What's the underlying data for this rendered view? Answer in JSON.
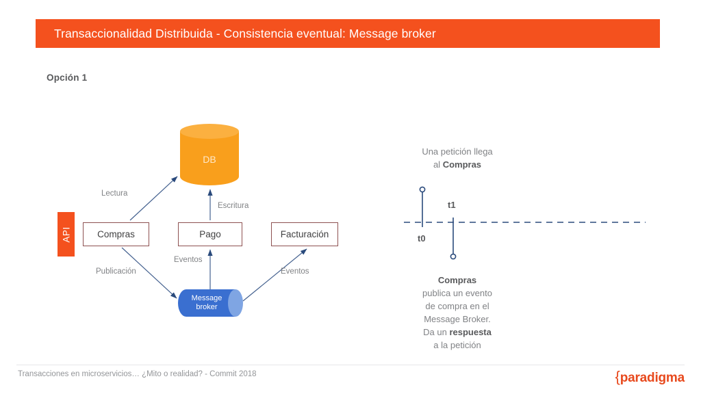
{
  "header": {
    "title": "Transaccionalidad Distribuida - Consistencia eventual: Message broker",
    "bar_color": "#f4511e"
  },
  "option": {
    "label": "Opción 1"
  },
  "diagram": {
    "api": {
      "label": "API",
      "color": "#f4511e"
    },
    "database": {
      "label": "DB",
      "body_color": "#f99f1c",
      "top_color": "#fbb040"
    },
    "services": [
      {
        "id": "compras",
        "label": "Compras"
      },
      {
        "id": "pago",
        "label": "Pago"
      },
      {
        "id": "facturacion",
        "label": "Facturación"
      }
    ],
    "broker": {
      "line1": "Message",
      "line2": "broker",
      "color": "#3a6fd0"
    },
    "edge_labels": {
      "lectura": "Lectura",
      "escritura": "Escritura",
      "publicacion": "Publicación",
      "eventos_pago": "Eventos",
      "eventos_facturacion": "Eventos"
    }
  },
  "right_panel": {
    "caption_top": {
      "line1": "Una petición llega",
      "line2_prefix": "al ",
      "line2_bold": "Compras"
    },
    "timeline": {
      "t0": "t0",
      "t1": "t1",
      "line_color": "#2a4a7c"
    },
    "caption_bottom": {
      "l1_bold": "Compras",
      "l2": "publica un evento",
      "l3": "de compra en el",
      "l4": "Message Broker.",
      "l5_prefix": "Da un ",
      "l5_bold": "respuesta",
      "l6": "a la petición"
    }
  },
  "footer": {
    "text": "Transacciones en microservicios… ¿Mito o realidad? - Commit 2018",
    "logo_brace": "{",
    "logo_text": "paradigma",
    "logo_color": "#e8491d"
  }
}
